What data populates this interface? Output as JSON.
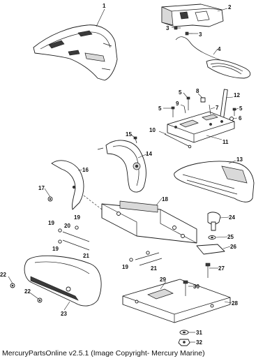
{
  "callouts": {
    "c1": "1",
    "c2": "2",
    "c3a": "3",
    "c3b": "3",
    "c4": "4",
    "c5a": "5",
    "c5b": "5",
    "c5c": "5",
    "c6": "6",
    "c7": "7",
    "c8": "8",
    "c9": "9",
    "c10": "10",
    "c11": "11",
    "c12": "12",
    "c13": "13",
    "c14": "14",
    "c15": "15",
    "c16": "16",
    "c17": "17",
    "c18": "18",
    "c19a": "19",
    "c19b": "19",
    "c19c": "19",
    "c19d": "19",
    "c20": "20",
    "c21a": "21",
    "c21b": "21",
    "c22a": "22",
    "c22b": "22",
    "c23": "23",
    "c24": "24",
    "c25": "25",
    "c26": "26",
    "c27": "27",
    "c28": "28",
    "c29": "29",
    "c30": "30",
    "c31": "31",
    "c32": "32"
  },
  "footer": "MercuryPartsOnline v2.5.1 (Image Copyright- Mercury Marine)"
}
